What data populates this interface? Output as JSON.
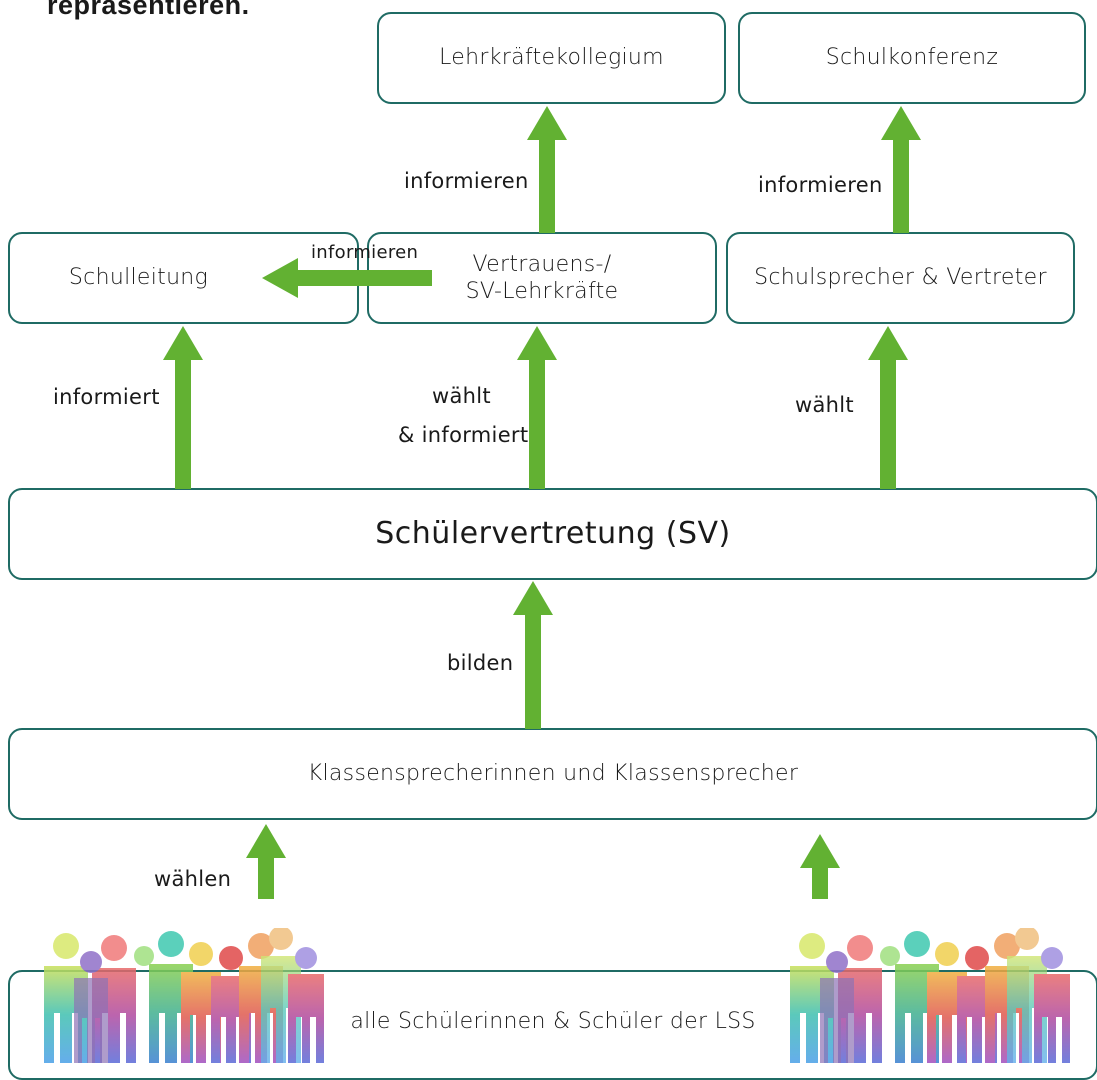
{
  "header": {
    "text": "repräsentieren."
  },
  "boxes": {
    "lehrkraeftekollegium": "Lehrkräftekollegium",
    "schulkonferenz": "Schulkonferenz",
    "schulleitung": "Schulleitung",
    "vertrauens_line1": "Vertrauens-/",
    "vertrauens_line2": "SV-Lehrkräfte",
    "schulsprecher": "Schulsprecher & Vertreter",
    "sv": "Schülervertretung (SV)",
    "klassensprecher": "Klassensprecherinnen und Klassensprecher",
    "alle": "alle Schülerinnen & Schüler der LSS"
  },
  "labels": {
    "informieren_left": "informieren",
    "informieren_right": "informieren",
    "informieren_small": "informieren",
    "informiert": "informiert",
    "waehlt_informiert_line1": "wählt",
    "waehlt_informiert_line2": "& informiert",
    "waehlt": "wählt",
    "bilden": "bilden",
    "waehlen": "wählen"
  },
  "colors": {
    "arrow": "#62b132",
    "border": "#1f6b64"
  }
}
